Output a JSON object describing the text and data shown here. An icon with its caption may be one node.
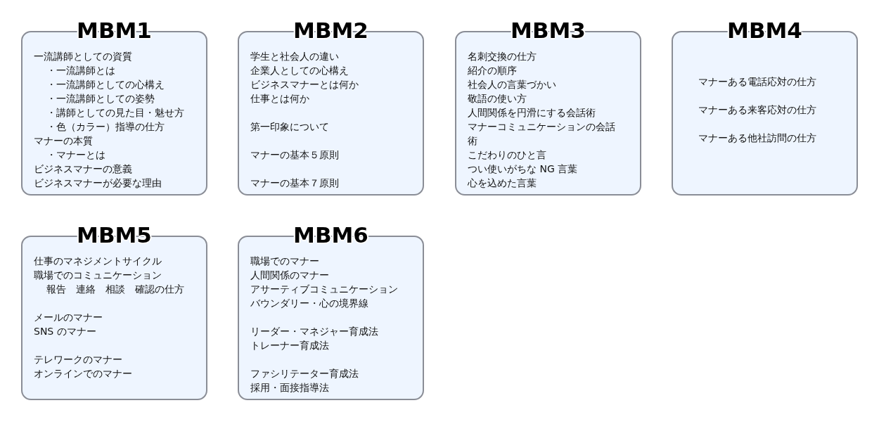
{
  "diagram": {
    "nodes": [
      {
        "text": [
          "MBM1",
          "一流講師としての資質",
          "・一流講師とは",
          "・一流講師としての心構え",
          "・一流講師としての姿勢",
          "・講師としての見た目・魅せ方",
          "・色（カラー）指導の仕方",
          "マナーの本質",
          "・マナーとは",
          "ビジネスマナーの意義",
          "ビジネスマナーが必要な理由"
        ]
      },
      {
        "text": [
          "MBM2",
          "学生と社会人の違い",
          "企業人としての心構え",
          "ビジネスマナーとは何か",
          "仕事とは何か",
          "第一印象について",
          "マナーの基本５原則",
          "マナーの基本７原則"
        ]
      },
      {
        "text": [
          "MBM3",
          "名刺交換の仕方",
          "紹介の順序",
          "社会人の言葉づかい",
          "敬語の使い方",
          "人間関係を円滑にする会話術",
          "マナーコミュニケーションの会話術",
          "こだわりのひと言",
          "つい使いがちな NG 言葉",
          "心を込めた言葉"
        ]
      },
      {
        "text": [
          "MBM4",
          "マナーある電話応対の仕方",
          "マナーある来客応対の仕方",
          "マナーある他社訪問の仕方"
        ]
      },
      {
        "text": [
          "MBM5",
          "仕事のマネジメントサイクル",
          "職場でのコミュニケーション",
          "報告　連絡　相談　確認の仕方",
          "メールのマナー",
          "SNS のマナー",
          "テレワークのマナー",
          "オンラインでのマナー"
        ]
      },
      {
        "text": [
          "MBM6",
          "職場でのマナー",
          "人間関係のマナー",
          "アサーティブコミュニケーション",
          "バウンダリー・心の境界線",
          "リーダー・マネジャー育成法",
          "トレーナー育成法",
          "ファシリテーター育成法",
          "採用・面接指導法"
        ]
      }
    ]
  }
}
